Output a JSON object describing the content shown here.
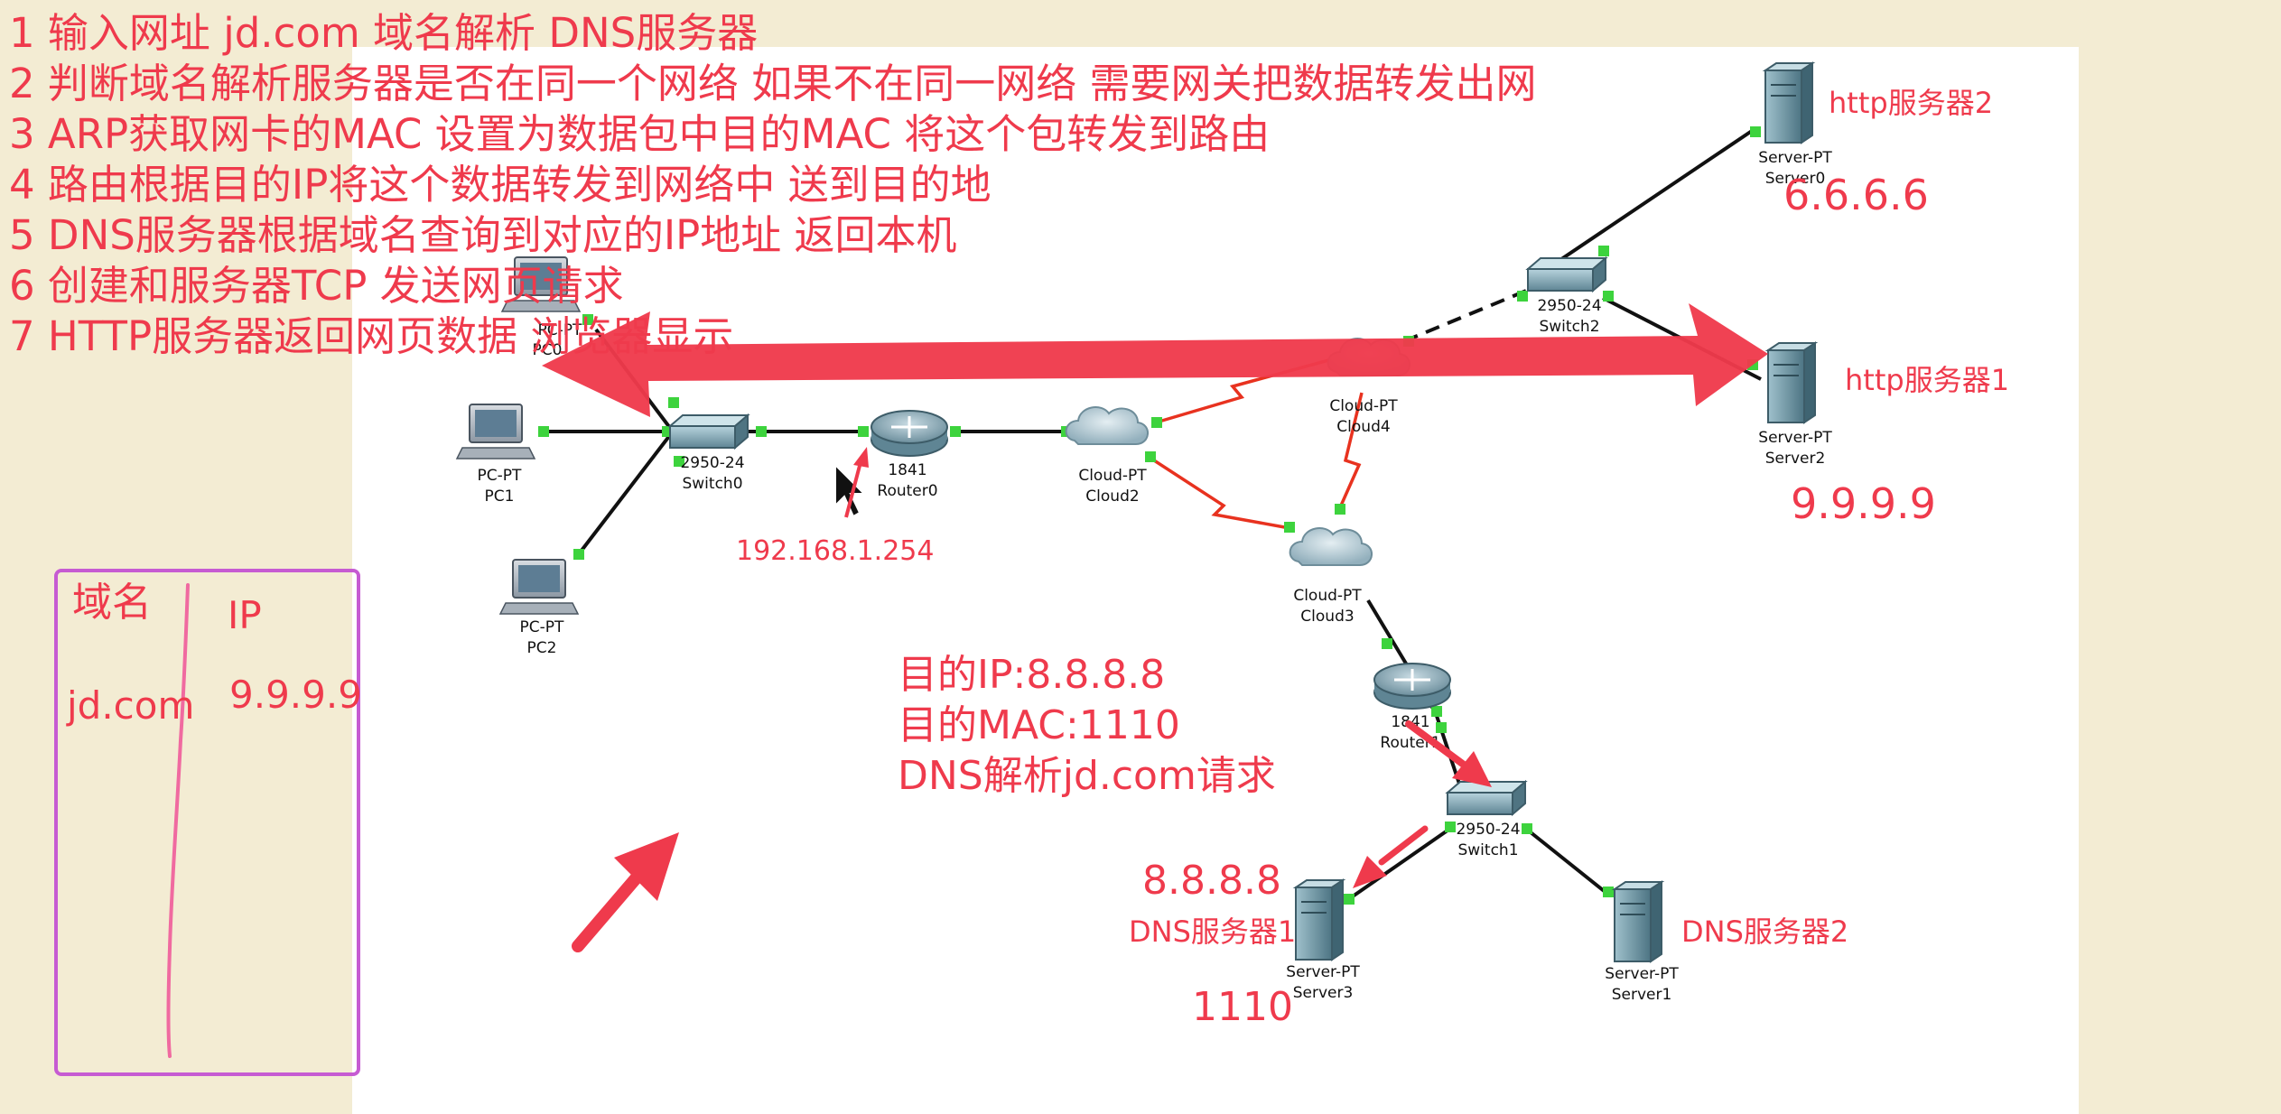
{
  "steps": [
    "1 输入网址  jd.com 域名解析 DNS服务器",
    "2 判断域名解析服务器是否在同一个网络  如果不在同一网络 需要网关把数据转发出网",
    "3 ARP获取网卡的MAC  设置为数据包中目的MAC 将这个包转发到路由",
    "4 路由根据目的IP将这个数据转发到网络中 送到目的地",
    "5 DNS服务器根据域名查询到对应的IP地址 返回本机",
    "6 创建和服务器TCP 发送网页请求",
    "7 HTTP服务器返回网页数据 浏览器显示"
  ],
  "dns_table": {
    "header_domain": "域名",
    "header_ip": "IP",
    "row_domain": "jd.com",
    "row_ip": "9.9.9.9"
  },
  "packet_info": [
    "目的IP:8.8.8.8",
    "目的MAC:1110",
    "DNS解析jd.com请求"
  ],
  "devices": {
    "pc0": {
      "type": "PC-PT",
      "name": "PC0"
    },
    "pc1": {
      "type": "PC-PT",
      "name": "PC1"
    },
    "pc2": {
      "type": "PC-PT",
      "name": "PC2"
    },
    "switch0": {
      "type": "2950-24",
      "name": "Switch0"
    },
    "switch1": {
      "type": "2950-24",
      "name": "Switch1"
    },
    "switch2": {
      "type": "2950-24",
      "name": "Switch2"
    },
    "router0": {
      "type": "1841",
      "name": "Router0"
    },
    "router1": {
      "type": "1841",
      "name": "Router1"
    },
    "cloud2": {
      "type": "Cloud-PT",
      "name": "Cloud2"
    },
    "cloud3": {
      "type": "Cloud-PT",
      "name": "Cloud3"
    },
    "cloud4": {
      "type": "Cloud-PT",
      "name": "Cloud4"
    },
    "server0": {
      "type": "Server-PT",
      "name": "Server0"
    },
    "server1": {
      "type": "Server-PT",
      "name": "Server1"
    },
    "server2": {
      "type": "Server-PT",
      "name": "Server2"
    },
    "server3": {
      "type": "Server-PT",
      "name": "Server3"
    }
  },
  "annotations": {
    "gateway_ip": "192.168.1.254",
    "http2_label": "http服务器2",
    "http2_ip": "6.6.6.6",
    "http1_label": "http服务器1",
    "http1_ip": "9.9.9.9",
    "dns1_ip": "8.8.8.8",
    "dns1_label": "DNS服务器1",
    "dns1_mac": "1110",
    "dns2_label": "DNS服务器2"
  },
  "colors": {
    "background": "#f3ecd3",
    "canvas": "#ffffff",
    "annotation_red": "#ef3a4c",
    "table_border": "#c65bd2",
    "table_line": "#f06aa0",
    "link": "#111111",
    "serial_link": "#e8321f",
    "port_dot": "#3dd33d"
  }
}
